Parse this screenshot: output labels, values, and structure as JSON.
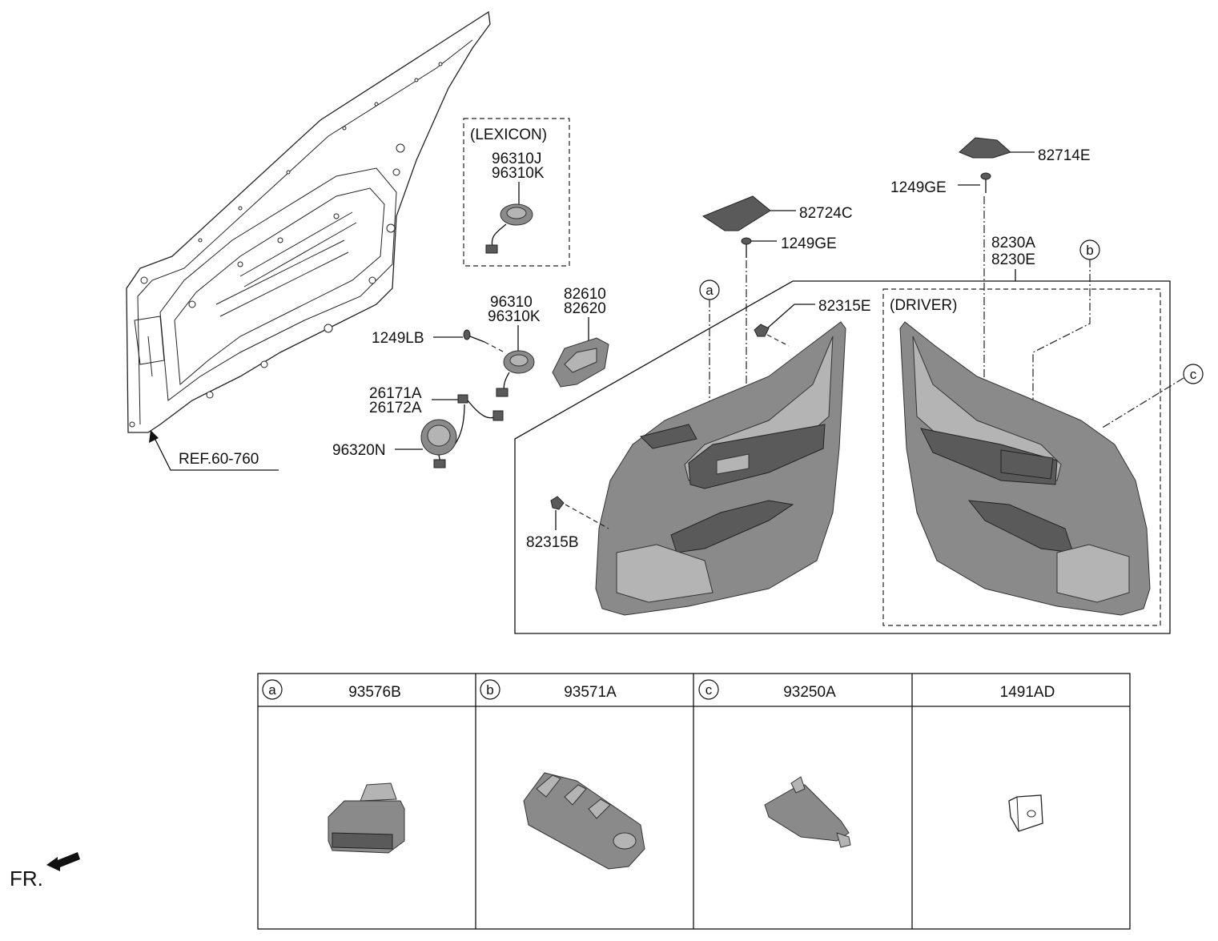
{
  "labels": {
    "ref": "REF.60-760",
    "lexicon": "(LEXICON)",
    "p96310J": "96310J",
    "p96310K_top": "96310K",
    "p96310": "96310",
    "p96310K": "96310K",
    "p82610": "82610",
    "p82620": "82620",
    "p1249LB": "1249LB",
    "p26171A": "26171A",
    "p26172A": "26172A",
    "p96320N": "96320N",
    "p82724C": "82724C",
    "p1249GE_mid": "1249GE",
    "p82714E": "82714E",
    "p1249GE_right": "1249GE",
    "p8230A": "8230A",
    "p8230E": "8230E",
    "p82315E": "82315E",
    "driver": "(DRIVER)",
    "p82315B": "82315B",
    "callout_a": "a",
    "callout_b": "b",
    "callout_c": "c",
    "fr": "FR."
  },
  "table": {
    "columns": [
      {
        "callout": "a",
        "part": "93576B"
      },
      {
        "callout": "b",
        "part": "93571A"
      },
      {
        "callout": "c",
        "part": "93250A"
      },
      {
        "callout": "",
        "part": "1491AD"
      }
    ]
  }
}
